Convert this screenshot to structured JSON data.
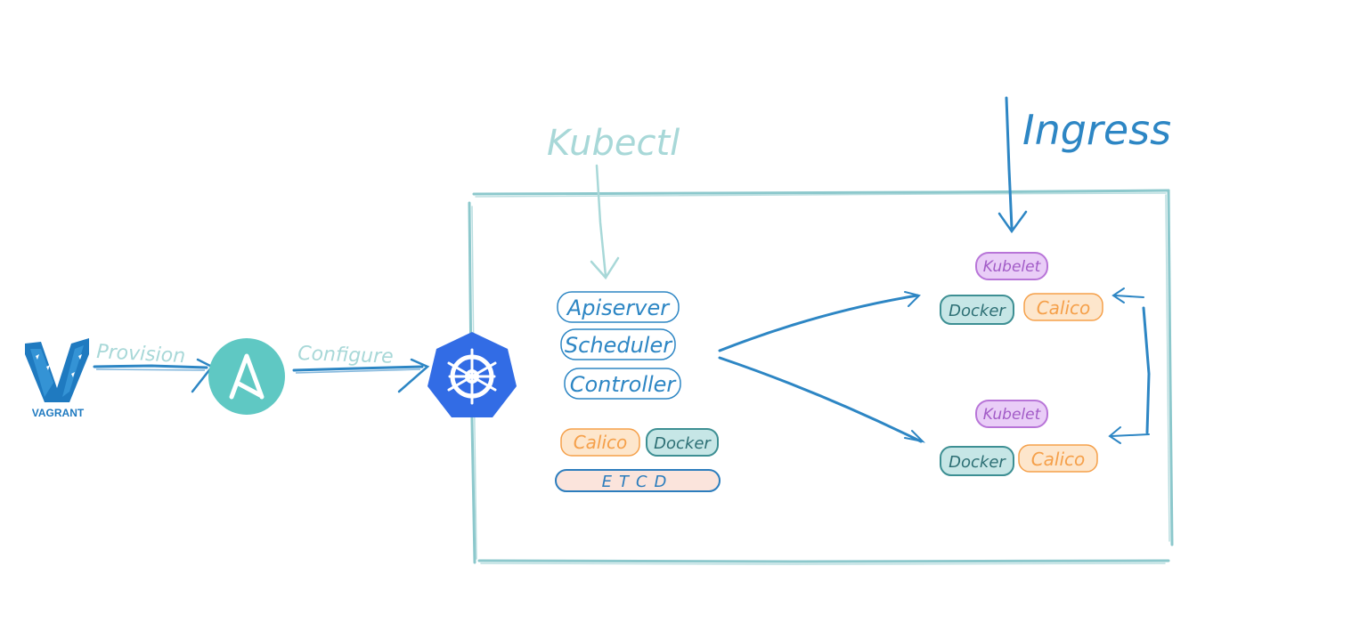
{
  "logos": {
    "vagrant_label": "VAGRANT",
    "vagrant_icon": "vagrant-logo",
    "ansible_letter": "A",
    "ansible_icon": "ansible-logo",
    "kubernetes_icon": "kubernetes-helm-logo"
  },
  "flow": {
    "provision": "Provision",
    "configure": "Configure"
  },
  "external": {
    "kubectl": "Kubectl",
    "ingress": "Ingress"
  },
  "master": {
    "apiserver": "Apiserver",
    "scheduler": "Scheduler",
    "controller": "Controller",
    "calico": "Calico",
    "docker": "Docker",
    "etcd": "ETCD"
  },
  "worker_top": {
    "kubelet": "Kubelet",
    "docker": "Docker",
    "calico": "Calico"
  },
  "worker_bottom": {
    "kubelet": "Kubelet",
    "docker": "Docker",
    "calico": "Calico"
  },
  "colors": {
    "cluster_border": "#8cc8cc",
    "arrow_blue": "#2d86c4",
    "kubectl_teal": "#a8d8d8",
    "ansible_teal": "#5fc8c3",
    "kubernetes_blue": "#326ce5",
    "vagrant_blue": "#1f7ac0",
    "calico_orange": "#f5a04a",
    "calico_fill": "#fde6cc",
    "docker_teal": "#3d8f93",
    "docker_fill": "#c6e6e6",
    "kubelet_purple": "#b875d8",
    "kubelet_fill": "#e9cdf7",
    "etcd_blue": "#2c7dbd",
    "etcd_fill": "#fbe4dc"
  }
}
